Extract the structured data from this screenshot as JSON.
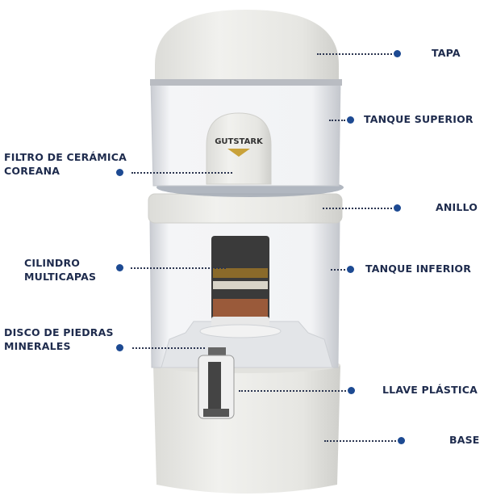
{
  "brand": "GUTSTARK",
  "colors": {
    "label_text": "#1e2b4d",
    "dot": "#1d4a92"
  },
  "labels_right": {
    "tapa": "TAPA",
    "tanque_superior": "TANQUE SUPERIOR",
    "anillo": "ANILLO",
    "tanque_inferior": "TANQUE INFERIOR",
    "llave": "LLAVE PLÁSTICA",
    "base": "BASE"
  },
  "labels_left": {
    "filtro": [
      "FILTRO DE CERÁMICA",
      "COREANA"
    ],
    "cilindro": [
      "CILINDRO",
      "MULTICAPAS"
    ],
    "disco": [
      "DISCO DE PIEDRAS",
      "MINERALES"
    ]
  }
}
